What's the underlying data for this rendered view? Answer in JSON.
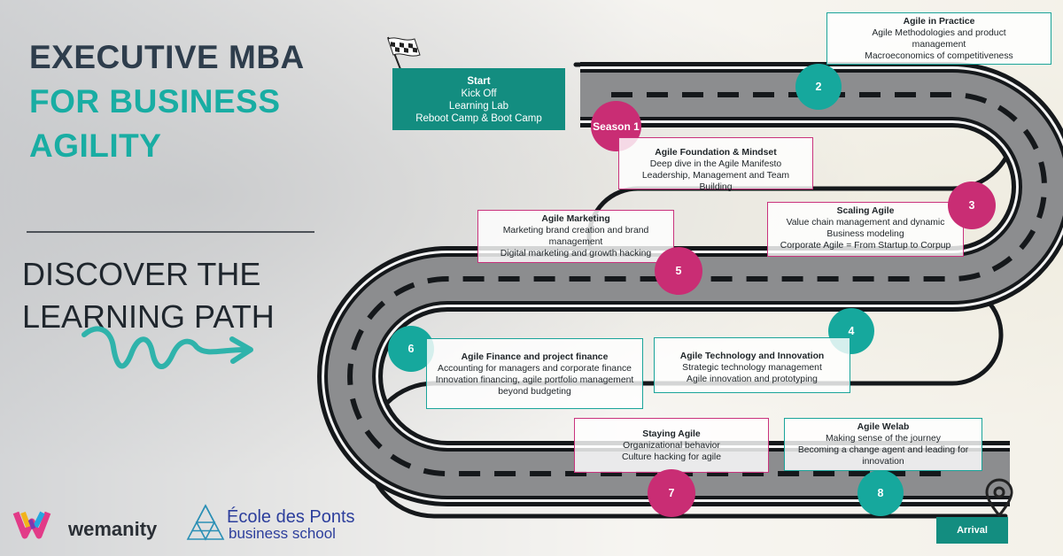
{
  "header": {
    "title_line1": "EXECUTIVE MBA",
    "title_line2": "FOR BUSINESS",
    "title_line3": "AGILITY",
    "subtitle_line1": "DISCOVER THE",
    "subtitle_line2": "LEARNING PATH"
  },
  "start": {
    "heading": "Start",
    "lines": [
      "Kick Off",
      "Learning Lab",
      "Reboot Camp & Boot Camp"
    ]
  },
  "season": "Season 1",
  "milestones": {
    "m1": {
      "heading": "Agile Foundation & Mindset",
      "lines": [
        "Deep dive in the Agile Manifesto",
        "Leadership, Management and Team Building"
      ]
    },
    "m2": {
      "number": "2",
      "heading": "Agile in Practice",
      "lines": [
        "Agile Methodologies and product",
        "management",
        "Macroeconomics of competitiveness"
      ]
    },
    "m3": {
      "number": "3",
      "heading": "Scaling Agile",
      "lines": [
        "Value chain management and dynamic",
        "Business modeling",
        "Corporate Agile = From Startup to Corpup"
      ]
    },
    "m4": {
      "number": "4",
      "heading": "Agile Technology and Innovation",
      "lines": [
        "Strategic technology management",
        "Agile innovation and prototyping"
      ]
    },
    "m5": {
      "number": "5",
      "heading": "Agile Marketing",
      "lines": [
        "Marketing brand creation and brand",
        "management",
        "Digital marketing and growth hacking"
      ]
    },
    "m6": {
      "number": "6",
      "heading": "Agile Finance and project finance",
      "lines": [
        "Accounting for managers and corporate finance",
        "Innovation financing, agile portfolio management",
        "beyond budgeting"
      ]
    },
    "m7": {
      "number": "7",
      "heading": "Staying Agile",
      "lines": [
        "Organizational behavior",
        "Culture hacking for agile"
      ]
    },
    "m8": {
      "number": "8",
      "heading": "Agile Welab",
      "lines": [
        "Making sense of the journey",
        "Becoming a change agent and leading for",
        "innovation"
      ]
    }
  },
  "arrival": "Arrival",
  "logos": {
    "wemanity": "wemanity",
    "ecole_line1": "École des Ponts",
    "ecole_line2": "business school"
  },
  "colors": {
    "navy": "#2e3d4c",
    "teal": "#19ada3",
    "pink": "#c92d74",
    "start_green": "#138d80"
  },
  "icons": [
    "checkered-flag-icon",
    "location-pin-icon",
    "curly-arrow-icon"
  ]
}
